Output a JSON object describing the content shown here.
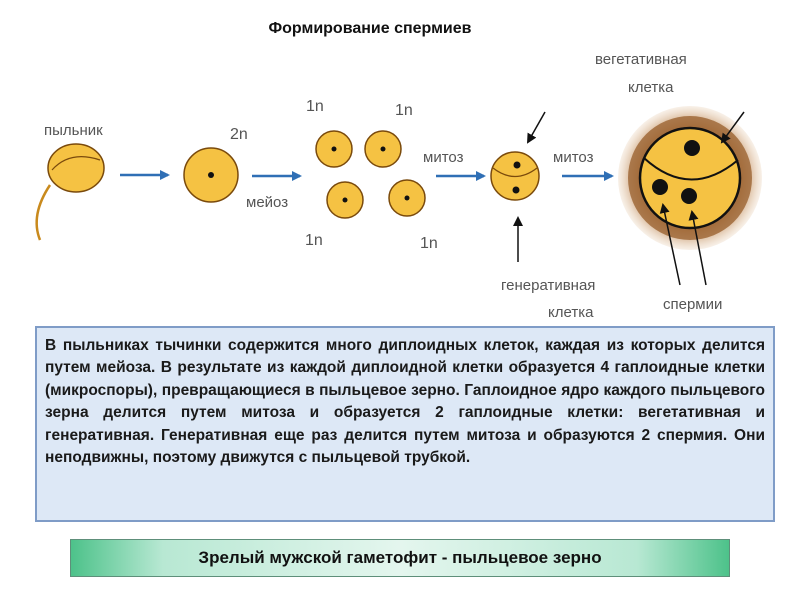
{
  "title": "Формирование спермиев",
  "labels": {
    "anther": "пыльник",
    "diploid": "2n",
    "haploid_1": "1n",
    "haploid_2": "1n",
    "haploid_3": "1n",
    "haploid_4": "1n",
    "meiosis": "мейоз",
    "mitosis_1": "митоз",
    "mitosis_2": "митоз",
    "vegetative_line1": "вегетативная",
    "vegetative_line2": "клетка",
    "generative_line1": "генеративная",
    "generative_line2": "клетка",
    "sperm": "спермии"
  },
  "description": "В пыльниках тычинки содержится много диплоидных клеток, каждая из которых делится путем мейоза. В результате из каждой диплоидной клетки образуется 4 гаплоидные клетки (микроспоры), превращающиеся в пыльцевое зерно. Гаплоидное ядро каждого пыльцевого зерна делится путем митоза и образуется 2 гаплоидные клетки: вегетативная и генеративная. Генеративная еще раз делится путем митоза и образуются 2 спермия. Они неподвижны, поэтому движутся с пыльцевой трубкой.",
  "banner": "Зрелый мужской гаметофит - пыльцевое зерно",
  "colors": {
    "cell_fill": "#f5c243",
    "cell_stroke": "#7a4a0c",
    "arrow": "#2f6fb5",
    "text_box_bg": "#dde8f6",
    "text_box_border": "#7f9cc7",
    "banner_green": "#4dc28a",
    "pollen_coat": "#a06a3a"
  }
}
